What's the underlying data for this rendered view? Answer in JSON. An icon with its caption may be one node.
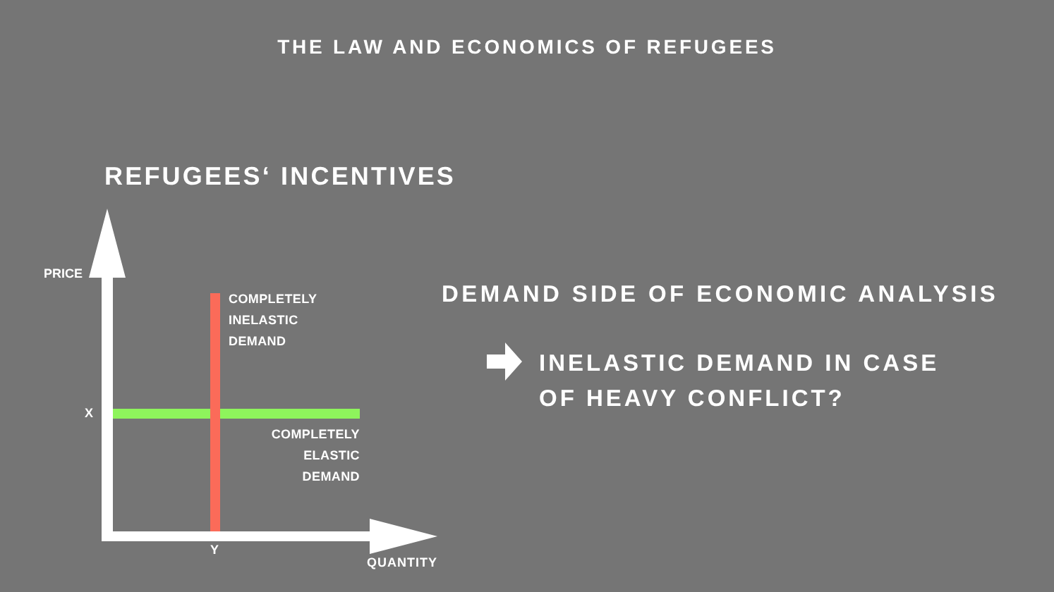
{
  "diagram": {
    "title": "THE LAW AND ECONOMICS OF REFUGEES",
    "labels": [
      "REFUGEES‘ INCENTIVES",
      "PRICE",
      "COMPLETELY INELASTIC DEMAND",
      "X",
      "COMPLETELY ELASTIC DEMAND",
      "Y",
      "QUANTITY",
      "DEMAND SIDE OF ECONOMIC ANALYSIS",
      "INELASTIC DEMAND IN CASE OF HEAVY CONFLICT?"
    ]
  }
}
